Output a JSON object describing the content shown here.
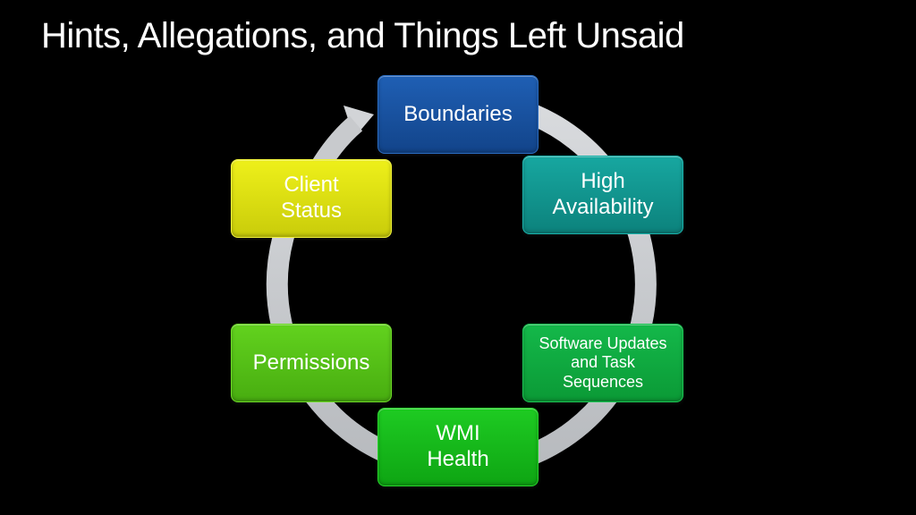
{
  "title": "Hints, Allegations, and Things Left Unsaid",
  "colors": {
    "background": "#000000",
    "ring": "#c8cacd",
    "boundaries": "#1a55a6",
    "high_availability": "#12958f",
    "software_updates": "#10a840",
    "wmi_health": "#16b81a",
    "permissions": "#55c017",
    "client_status": "#dfe012"
  },
  "cycle": {
    "nodes": [
      {
        "id": "boundaries",
        "label": "Boundaries"
      },
      {
        "id": "high-availability",
        "label": "High Availability"
      },
      {
        "id": "software-updates",
        "label": "Software Updates and Task Sequences"
      },
      {
        "id": "wmi-health",
        "label": "WMI Health"
      },
      {
        "id": "permissions",
        "label": "Permissions"
      },
      {
        "id": "client-status",
        "label": "Client Status"
      }
    ]
  }
}
